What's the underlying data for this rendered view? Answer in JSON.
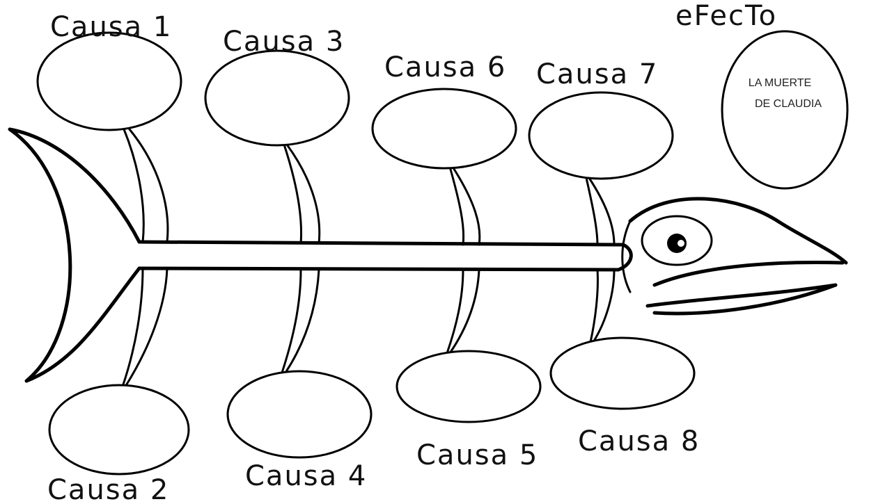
{
  "effect": {
    "heading": "eFecTo",
    "text_line1": "LA MUERTE",
    "text_line2": "DE CLAUDIA"
  },
  "causes": {
    "c1": "Causa 1",
    "c2": "Causa 2",
    "c3": "Causa 3",
    "c4": "Causa 4",
    "c5": "Causa 5",
    "c6": "Causa 6",
    "c7": "Causa 7",
    "c8": "Causa 8"
  },
  "colors": {
    "ink": "#000000",
    "paper": "#ffffff"
  }
}
